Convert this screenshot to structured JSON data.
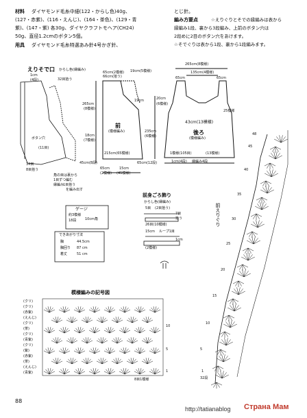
{
  "header": {
    "materials_label": "材料",
    "materials_text_1": "ダイヤモンド毛糸中細(122・からし色)40g、",
    "materials_text_2": "(127・赤紫)、(116・えんじ)、(164・茶色)、(129・青",
    "materials_text_3": "紫)、(147・紫) 各30g、ダイヤクラフトモヘア(CH24)",
    "materials_text_4": "50g、直径1.2cmのボタン5個。",
    "tools_label": "用具",
    "tools_text": "ダイヤモンド毛糸特選あみ針4号かぎ針、",
    "tools_text_2": "とじ針。",
    "points_label": "編み方要点",
    "points_text_1": "☆えりぐりとそでの縁編みは表から",
    "points_text_2": "縁編み1段、裏から3段編み、上前のボタン穴は",
    "points_text_3": "2段めに2目のボタン穴をあけます。",
    "points_text_4": "☆そでぐりは表から1段、裏から1段編みます。"
  },
  "edging_title": "えりそで口",
  "edging_sub": "からし色(縁編み)",
  "front_title": "前",
  "front_sub": "(模様編み)",
  "back_title": "後ろ",
  "back_sub": "(模様編み)",
  "front_labels": {
    "l1": "1cm",
    "l2": "(4段)",
    "l3": "32目拾う",
    "l4": "65cm(2模様)",
    "l5": "66cm(拾う)",
    "l6": "19cm(5模様)",
    "l7": "19cm",
    "l8": "265cm",
    "l9": "(8模様)",
    "l10": "18cm",
    "l11": "(7模様)",
    "l12": "235cm",
    "l13": "(6模様)",
    "l14": "45cm(8段)",
    "l15": "215cm(65模様)",
    "l16": "15cm",
    "l17": "(45模様)",
    "l18": "65cm",
    "l19": "(2模様)",
    "l20": "ボタン穴",
    "l21": "(11目)",
    "l22": "34目",
    "l23": "8目拾う",
    "l24": "65cm(12段)",
    "l25": "20cm",
    "l26": "(6模様)"
  },
  "back_labels": {
    "w_top": "265cm(8模様)",
    "w2": "135cm(4模様)",
    "w3": "65cm",
    "w4": "65cm",
    "w5": "25模様",
    "mid": "43cm(13模様)",
    "bottom": "1模様(105目)",
    "bottom2": "(13模様)",
    "hem": "1cm(4段)",
    "hem2": "縁編み4段"
  },
  "notes": {
    "n1": "角の目は裏から",
    "n2": "1目ずつ編む",
    "n3": "縁編み",
    "n4": "1目拾う",
    "n5": "を編み出す"
  },
  "gauge": {
    "title": "ゲージ",
    "line1": "約3模様",
    "line2": "18段",
    "line3": "10cm角"
  },
  "finished": {
    "title": "できあがり寸法",
    "bust_label": "胸",
    "bust": "44.5cm",
    "width_label": "胸回り",
    "width": "87 cm",
    "length_label": "着丈",
    "length": "51 cm"
  },
  "front_decor": {
    "title": "前身ごろ飾り",
    "sub": "からし色(縁編み)",
    "c1": "5目",
    "c2": "(2目拾う)",
    "c3": "7目",
    "c4": "拾う",
    "c5": "26目(10模様)",
    "c6": "15cm",
    "c7": "ループ1目",
    "c8": "(2模様)",
    "c9": "1cm"
  },
  "side_label": "前えりぐり",
  "chart_title": "模様編みの記号図",
  "chart_rows_left": [
    "(クリ)",
    "(クリ)",
    "(赤紫)",
    "(えんじ)",
    "(クリ)",
    "(茶)",
    "(クリ)",
    "(青紫)",
    "(クリ)",
    "(紫)",
    "(赤紫)",
    "(茶)",
    "(えんじ)",
    "(青紫)"
  ],
  "chart_right_nums": [
    "10",
    "5",
    "1"
  ],
  "chart_bottom": "8目1模様",
  "col_numbers": [
    "48",
    "45",
    "40",
    "35",
    "30",
    "25",
    "20",
    "15",
    "10",
    "5",
    "1",
    "32段"
  ],
  "page_number": "88",
  "watermark_url": "http://tatianablog",
  "watermark_site": "Страна Мам"
}
